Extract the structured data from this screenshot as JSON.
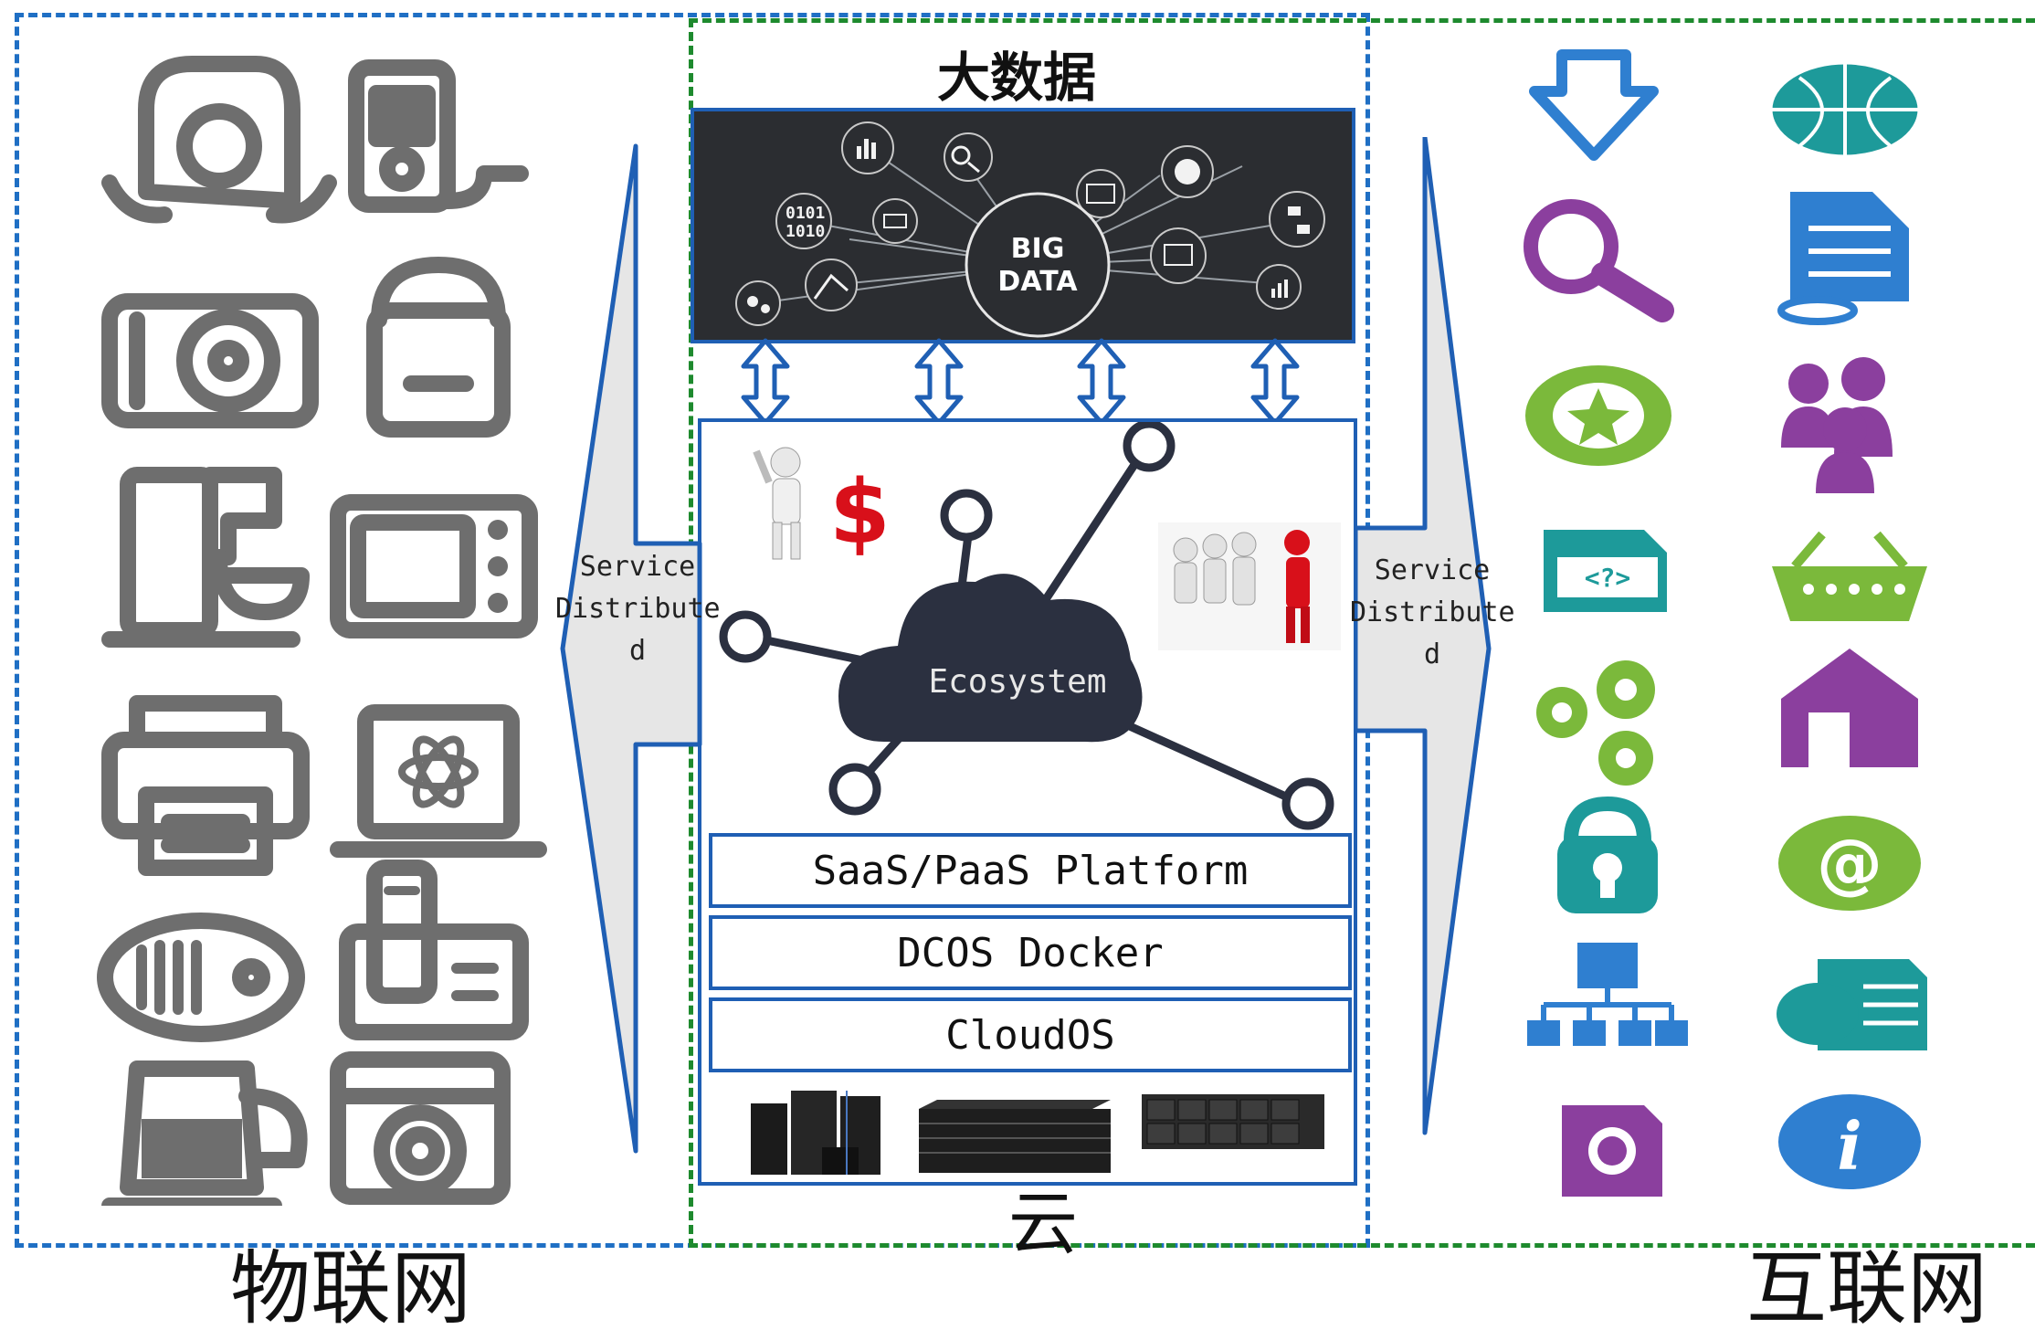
{
  "labels": {
    "big_data_title": "大数据",
    "cloud_label": "云",
    "iot_label": "物联网",
    "internet_label": "互联网",
    "big_data_badge_line1": "BIG",
    "big_data_badge_line2": "DATA",
    "binary_line1": "0101",
    "binary_line2": "1010",
    "ecosystem": "Ecosystem"
  },
  "service_left": {
    "line1": "Service",
    "line2": "Distribute",
    "line3": "d"
  },
  "service_right": {
    "line1": "Service",
    "line2": "Distribute",
    "line3": "d"
  },
  "layers": [
    {
      "label": "SaaS/PaaS Platform"
    },
    {
      "label": "DCOS Docker"
    },
    {
      "label": "CloudOS"
    }
  ],
  "iot_devices": [
    "rice-cooker-icon",
    "mp3-player-icon",
    "turntable-icon",
    "lock-icon",
    "coffee-machine-icon",
    "microwave-icon",
    "printer-icon",
    "laptop-icon",
    "radio-icon",
    "phone-icon",
    "kettle-icon",
    "washing-machine-icon"
  ],
  "internet_icons": [
    "download-icon",
    "globe-icon",
    "search-icon",
    "document-icon",
    "star-icon",
    "users-icon",
    "code-file-icon",
    "basket-icon",
    "gears-icon",
    "home-icon",
    "padlock-icon",
    "at-sign-icon",
    "network-icon",
    "chat-document-icon",
    "certificate-icon",
    "info-icon"
  ],
  "colors": {
    "blue_dash": "#1f6fc4",
    "green_dash": "#1e8a2e",
    "arrow_blue": "#1f5fb4",
    "iot_gray": "#6e6e6e",
    "internet_blue": "#2f7fd0",
    "internet_teal": "#1d9a9a",
    "internet_purple": "#8b3f9e",
    "internet_green": "#7bb93b"
  }
}
